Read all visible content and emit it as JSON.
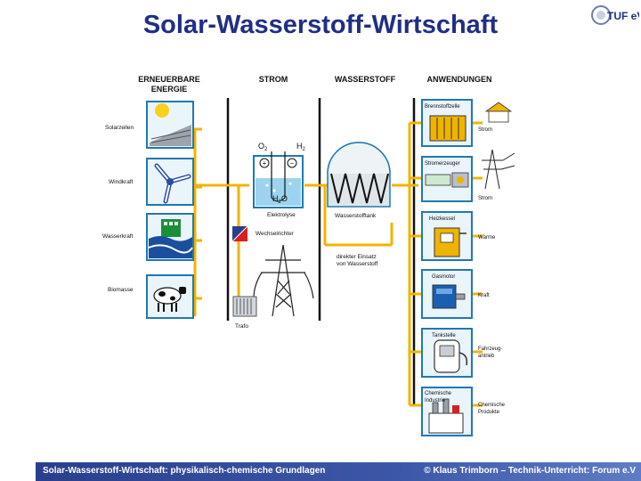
{
  "title": "Solar-Wasserstoff-Wirtschaft",
  "logo": {
    "text": "TUF eV"
  },
  "columns": {
    "renewable_line1": "ERNEUERBARE",
    "renewable_line2": "ENERGIE",
    "power": "STROM",
    "hydrogen": "WASSERSTOFF",
    "applications": "ANWENDUNGEN"
  },
  "sources": [
    "Solarzellen",
    "Windkraft",
    "Wasserkraft",
    "Biomasse"
  ],
  "power": {
    "o2": "O",
    "o2_sub": "2",
    "h2": "H",
    "h2_sub": "2",
    "plus": "+",
    "minus": "−",
    "h2o": "H",
    "h2o_sub": "2",
    "h2o_end": "O",
    "electrolysis": "Elektrolyse",
    "inverter": "Wechselrichter",
    "transformer": "Trafo"
  },
  "hydrogen": {
    "tank": "Wasserstofftank",
    "direct_line1": "direkter Einsatz",
    "direct_line2": "von Wasserstoff"
  },
  "applications": [
    {
      "box": "Brennstoffzelle",
      "output": "Strom"
    },
    {
      "box": "Stromerzeuger",
      "output": "Strom"
    },
    {
      "box": "Heizkessel",
      "output": "Wärme"
    },
    {
      "box": "Gasmotor",
      "output": "Kraft"
    },
    {
      "box": "Tankstelle",
      "output_line1": "Fahrzeug-",
      "output_line2": "antrieb"
    },
    {
      "box_line1": "Chemische",
      "box_line2": "Industrie",
      "output_line1": "Chemische",
      "output_line2": "Produkte"
    }
  ],
  "footer": {
    "left": "Solar-Wasserstoff-Wirtschaft: physikalisch-chemische Grundlagen",
    "right": "© Klaus Trimborn –  Technik-Unterricht: Forum e.V"
  },
  "colors": {
    "title": "#1f2f86",
    "line": "#f0b400",
    "box_border": "#1f78b4",
    "footer": "#3d57a8",
    "water": "#9ed3ef"
  }
}
